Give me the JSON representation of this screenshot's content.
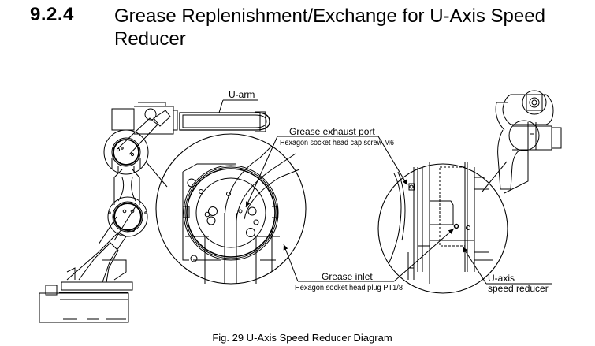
{
  "section": {
    "number": "9.2.4",
    "title": "Grease Replenishment/Exchange for U-Axis Speed Reducer"
  },
  "figure": {
    "caption": "Fig. 29  U-Axis Speed Reducer Diagram",
    "callouts": {
      "u_arm": "U-arm",
      "exhaust_port_title": "Grease exhaust port",
      "exhaust_port_detail": "Hexagon socket head cap screw M6",
      "inlet_title": "Grease inlet",
      "inlet_detail": "Hexagon socket head plug PT1/8",
      "reducer_line1": "U-axis",
      "reducer_line2": "speed reducer"
    }
  }
}
